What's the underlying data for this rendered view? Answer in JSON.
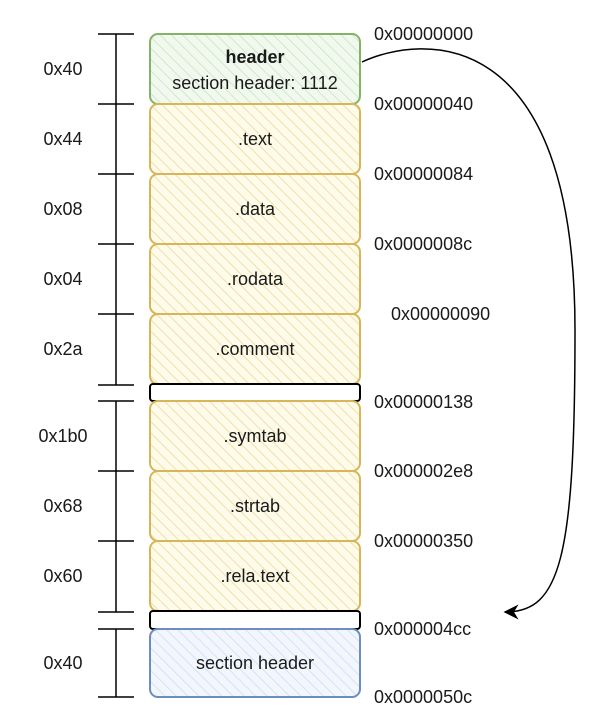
{
  "header": {
    "title": "header",
    "subtitle": "section header: 1112",
    "fill": "#d5e8d4",
    "stroke": "#82b366"
  },
  "sections": [
    {
      "label": ".text"
    },
    {
      "label": ".data"
    },
    {
      "label": ".rodata"
    },
    {
      "label": ".comment"
    },
    {
      "label": ""
    },
    {
      "label": ".symtab"
    },
    {
      "label": ".strtab"
    },
    {
      "label": ".rela.text"
    },
    {
      "label": ""
    }
  ],
  "section_header": {
    "label": "section header",
    "fill": "#dae8fc",
    "stroke": "#6c8ebf"
  },
  "section_style": {
    "fill": "#fff2cc",
    "stroke": "#d6b656"
  },
  "sizes": [
    "0x40",
    "0x44",
    "0x08",
    "0x04",
    "0x2a",
    "0x1b0",
    "0x68",
    "0x60",
    "0x40"
  ],
  "addresses": [
    "0x00000000",
    "0x00000040",
    "0x00000084",
    "0x0000008c",
    "0x00000090",
    "0x00000138",
    "0x000002e8",
    "0x00000350",
    "0x000004cc",
    "0x0000050c"
  ]
}
